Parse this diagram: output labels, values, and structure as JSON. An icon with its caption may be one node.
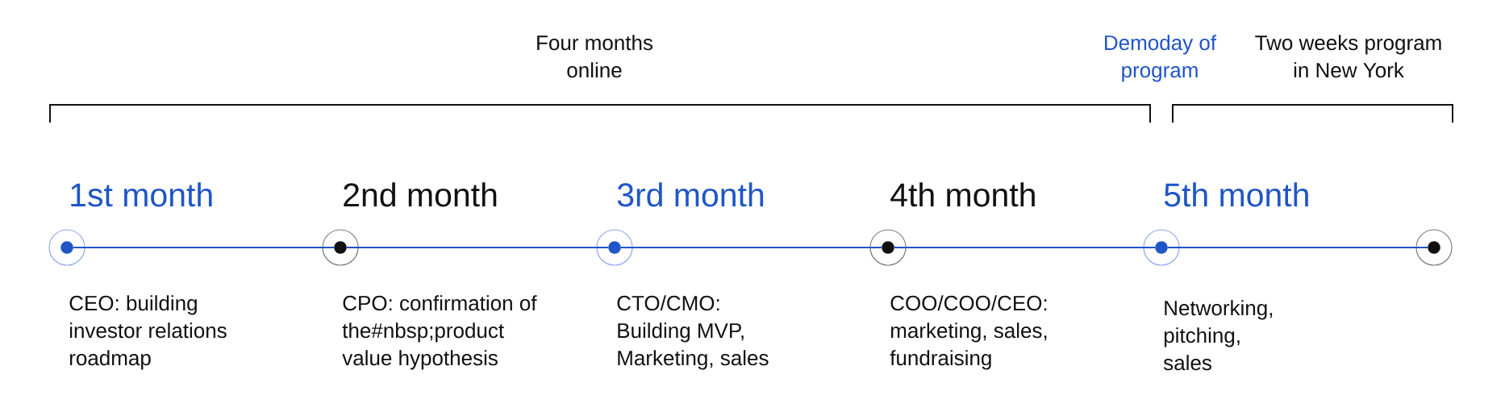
{
  "diagram": {
    "nodes": [
      {
        "text": [],
        "shape": "circle",
        "beside": [
          "1st month",
          "CEO: building investor relations roadmap"
        ]
      },
      {
        "text": [],
        "shape": "circle",
        "beside": [
          "2nd month",
          "CPO: confirmation of the#nbsp;product value hypothesis"
        ]
      },
      {
        "text": [],
        "shape": "circle",
        "beside": [
          "3rd month",
          "CTO/CMO: Building MVP, Marketing, sales"
        ]
      },
      {
        "text": [],
        "shape": "circle",
        "beside": [
          "4th month",
          "COO/COO/CEO: marketing, sales, fundraising"
        ]
      },
      {
        "text": [],
        "shape": "circle",
        "beside": [
          "5th month",
          "Networking, pitching, sales"
        ]
      },
      {
        "text": [],
        "shape": "circle"
      }
    ],
    "edges": [
      {
        "from": 0,
        "to": 1,
        "arrow": "none"
      },
      {
        "from": 1,
        "to": 2,
        "arrow": "none"
      },
      {
        "from": 2,
        "to": 3,
        "arrow": "none"
      },
      {
        "from": 3,
        "to": 4,
        "arrow": "none"
      },
      {
        "from": 4,
        "to": 5,
        "arrow": "none"
      }
    ],
    "labels": [
      "Four months online",
      "Demoday of program",
      "Two weeks program in New York"
    ]
  }
}
